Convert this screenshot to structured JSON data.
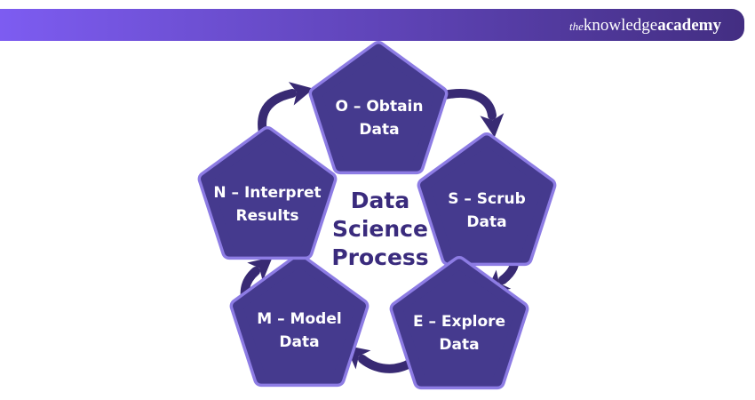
{
  "header": {
    "logo_the": "the",
    "logo_knowledge": "knowledge",
    "logo_academy": "academy"
  },
  "diagram": {
    "title_lines": [
      "Data",
      "Science",
      "Process"
    ],
    "steps": [
      {
        "name": "obtain",
        "line1": "O – Obtain",
        "line2": "Data"
      },
      {
        "name": "scrub",
        "line1": "S – Scrub",
        "line2": "Data"
      },
      {
        "name": "explore",
        "line1": "E – Explore",
        "line2": "Data"
      },
      {
        "name": "model",
        "line1": "M – Model",
        "line2": "Data"
      },
      {
        "name": "interpret",
        "line1": "N – Interpret",
        "line2": "Results"
      }
    ]
  },
  "colors": {
    "header_gradient_start": "#7d5cf1",
    "header_gradient_end": "#432e82",
    "pentagon_fill": "#453a8e",
    "pentagon_border": "#8d7ce4",
    "arrow": "#382a73",
    "title_text": "#3a2b7d",
    "step_text": "#ffffff",
    "background": "#ffffff"
  }
}
